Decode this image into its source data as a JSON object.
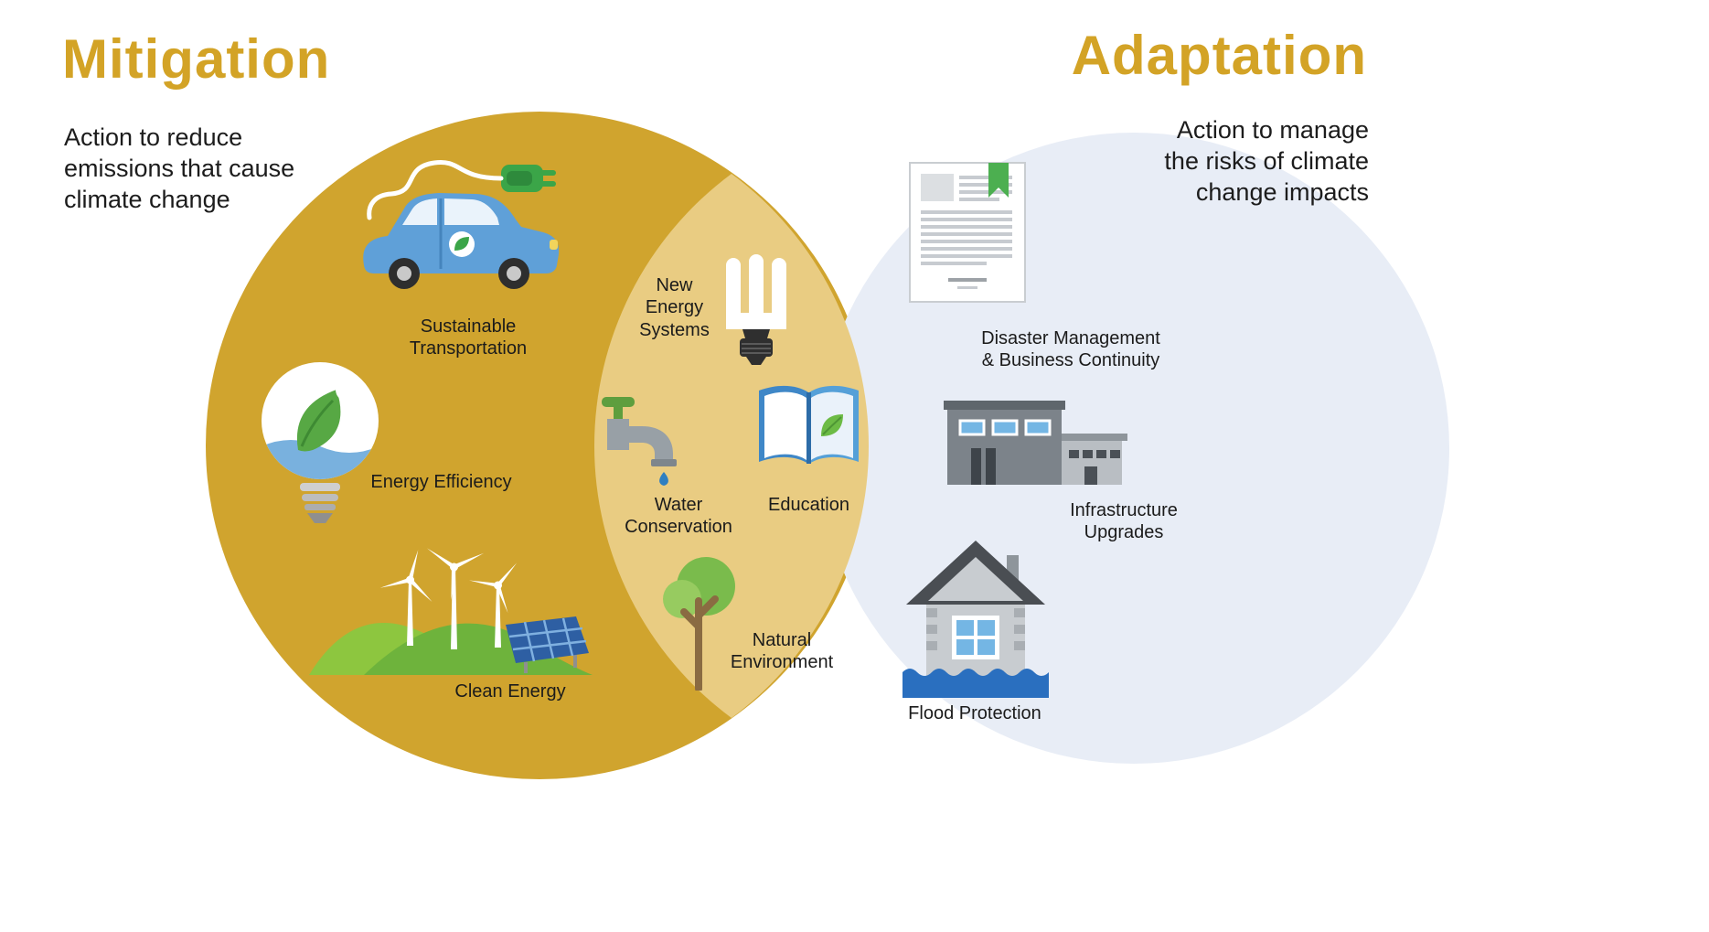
{
  "left": {
    "title": "Mitigation",
    "description": "Action to reduce\nemissions that cause\nclimate change",
    "items": [
      {
        "label": "Sustainable\nTransportation",
        "icon": "electric-car-icon"
      },
      {
        "label": "Energy Efficiency",
        "icon": "leaf-lightbulb-icon"
      },
      {
        "label": "Clean Energy",
        "icon": "wind-solar-icon"
      }
    ]
  },
  "overlap": {
    "items": [
      {
        "label": "New\nEnergy\nSystems",
        "icon": "cfl-bulb-icon"
      },
      {
        "label": "Water\nConservation",
        "icon": "faucet-drop-icon"
      },
      {
        "label": "Education",
        "icon": "open-book-icon"
      },
      {
        "label": "Natural\nEnvironment",
        "icon": "tree-icon"
      }
    ]
  },
  "right": {
    "title": "Adaptation",
    "description": "Action to manage\nthe risks of climate\nchange impacts",
    "items": [
      {
        "label": "Disaster Management\n& Business Continuity",
        "icon": "document-icon"
      },
      {
        "label": "Infrastructure\nUpgrades",
        "icon": "building-icon"
      },
      {
        "label": "Flood Protection",
        "icon": "flood-house-icon"
      }
    ]
  },
  "colors": {
    "title_gold": "#d3a326",
    "left_circle": "#d0a42e",
    "overlap_lens": "#e9cc82",
    "right_circle": "#e8edf6",
    "text": "#1f1f1f"
  }
}
